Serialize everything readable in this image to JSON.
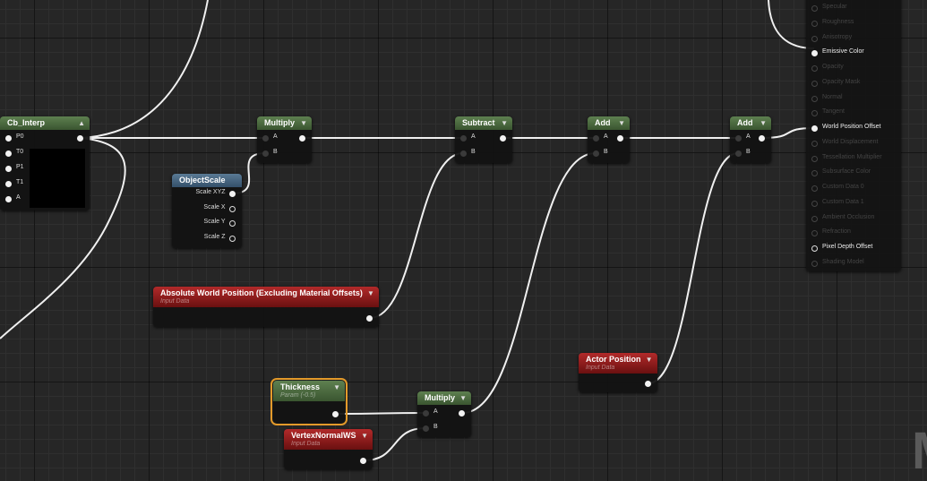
{
  "colors": {
    "green_header": "#4b6b3d",
    "blue_header": "#3e5a73",
    "red_header": "#8a1a1a",
    "selection": "#e39a2a",
    "wire": "#f0f0f0"
  },
  "watermark": "M",
  "nodes": [
    {
      "id": "cb_interp",
      "title": "Cb_Interp",
      "chevron": "up",
      "header": "green",
      "inputs": [
        "P0",
        "T0",
        "P1",
        "T1",
        "A"
      ],
      "outputs": [
        ""
      ]
    },
    {
      "id": "multiply1",
      "title": "Multiply",
      "chevron": "down",
      "header": "green",
      "inputs": [
        "A",
        "B"
      ],
      "outputs": [
        ""
      ]
    },
    {
      "id": "object_scale",
      "title": "ObjectScale",
      "header": "blue",
      "outputs": [
        "Scale XYZ",
        "Scale X",
        "Scale Y",
        "Scale Z"
      ]
    },
    {
      "id": "subtract",
      "title": "Subtract",
      "chevron": "down",
      "header": "green",
      "inputs": [
        "A",
        "B"
      ],
      "outputs": [
        ""
      ]
    },
    {
      "id": "add1",
      "title": "Add",
      "chevron": "down",
      "header": "green",
      "inputs": [
        "A",
        "B"
      ],
      "outputs": [
        ""
      ]
    },
    {
      "id": "add2",
      "title": "Add",
      "chevron": "down",
      "header": "green",
      "inputs": [
        "A",
        "B"
      ],
      "outputs": [
        ""
      ]
    },
    {
      "id": "abs_world_pos",
      "title": "Absolute World Position (Excluding Material Offsets)",
      "subtitle": "Input Data",
      "chevron": "down",
      "header": "red",
      "outputs": [
        ""
      ]
    },
    {
      "id": "actor_position",
      "title": "Actor Position",
      "subtitle": "Input Data",
      "chevron": "down",
      "header": "red",
      "outputs": [
        ""
      ]
    },
    {
      "id": "thickness",
      "title": "Thickness",
      "subtitle": "Param (-0.5)",
      "chevron": "down",
      "header": "green",
      "selected": true,
      "outputs": [
        ""
      ]
    },
    {
      "id": "vertex_normal",
      "title": "VertexNormalWS",
      "subtitle": "Input Data",
      "chevron": "down",
      "header": "red",
      "outputs": [
        ""
      ]
    },
    {
      "id": "multiply2",
      "title": "Multiply",
      "chevron": "down",
      "header": "green",
      "inputs": [
        "A",
        "B"
      ],
      "outputs": [
        ""
      ]
    }
  ],
  "material_output": {
    "pins": [
      {
        "label": "Specular",
        "active": false
      },
      {
        "label": "Roughness",
        "active": false
      },
      {
        "label": "Anisotropy",
        "active": false
      },
      {
        "label": "Emissive Color",
        "active": true,
        "connected": true
      },
      {
        "label": "Opacity",
        "active": false
      },
      {
        "label": "Opacity Mask",
        "active": false
      },
      {
        "label": "Normal",
        "active": false
      },
      {
        "label": "Tangent",
        "active": false
      },
      {
        "label": "World Position Offset",
        "active": true,
        "connected": true
      },
      {
        "label": "World Displacement",
        "active": false
      },
      {
        "label": "Tessellation Multiplier",
        "active": false
      },
      {
        "label": "Subsurface Color",
        "active": false
      },
      {
        "label": "Custom Data 0",
        "active": false
      },
      {
        "label": "Custom Data 1",
        "active": false
      },
      {
        "label": "Ambient Occlusion",
        "active": false
      },
      {
        "label": "Refraction",
        "active": false
      },
      {
        "label": "Pixel Depth Offset",
        "active": true,
        "connected": false
      },
      {
        "label": "Shading Model",
        "active": false
      }
    ]
  }
}
